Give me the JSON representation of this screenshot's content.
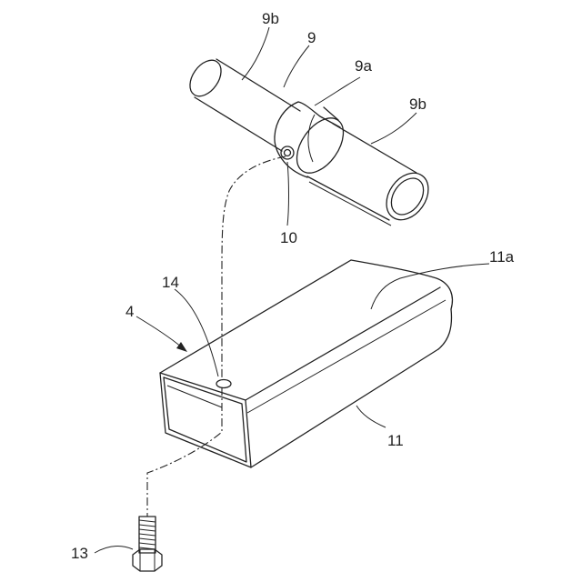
{
  "labels": {
    "l9b_top": "9b",
    "l9": "9",
    "l9a": "9a",
    "l9b_right": "9b",
    "l10": "10",
    "l11a": "11a",
    "l14": "14",
    "l4": "4",
    "l11": "11",
    "l13": "13"
  }
}
